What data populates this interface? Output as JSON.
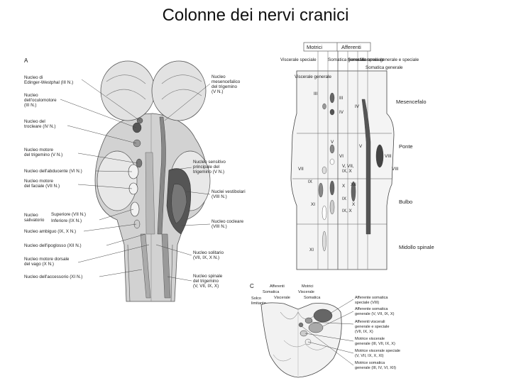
{
  "title": "Colonne dei nervi cranici",
  "panel_a": {
    "letter": "A",
    "left_labels": [
      "Nucleo di",
      "Edinger-Westphal (III N.)",
      "Nucleo",
      "dell'oculomotore",
      "(III N.)",
      "Nucleo del",
      "trocleare (IV N.)",
      "Nucleo motore",
      "del trigemino (V N.)",
      "Nucleo dell'abducente (VI N.)",
      "Nucleo motore",
      "del faciale (VII N.)",
      "Nucleo",
      "salivatorio",
      "Superiore (VII N.)",
      "Inferiore (IX N.)",
      "Nucleo ambiguo (IX, X N.)",
      "Nucleo dell'ipoglosso (XII N.)",
      "Nucleo motore dorsale",
      "del vago (X N.)",
      "Nucleo dell'accessorio (XI N.)"
    ],
    "right_labels": [
      "Nucleo",
      "mesencefalico",
      "del trigemino",
      "(V N.)",
      "Nucleo sensitivo",
      "principale del",
      "trigemino (V N.)",
      "Nuclei vestibolari",
      "(VIII N.)",
      "Nucleo cocleare",
      "(VIII N.)",
      "Nucleo solitario",
      "(VII, IX, X N.)",
      "Nucleo spinale",
      "del trigemino",
      "(V, VII, IX, X)"
    ]
  },
  "panel_b": {
    "top_headers": [
      "Motrici",
      "Afferenti"
    ],
    "col_headers": [
      "Viscerale speciale",
      "Somatica generale",
      "Viscerale generale",
      "Somatica speciale",
      "Viscerale generale e speciale",
      "Somatica generale"
    ],
    "region_labels": [
      "Mesencefalo",
      "Ponte",
      "Bulbo",
      "Midollo spinale"
    ],
    "nerve_labels": [
      "III",
      "III",
      "IV",
      "IV",
      "V",
      "V",
      "VI",
      "VII",
      "V, VII,",
      "IX, X",
      "VIII",
      "VIII",
      "IX",
      "X",
      "IX",
      "XII",
      "XI",
      "IX, X",
      "XI",
      "X"
    ]
  },
  "panel_c": {
    "letter": "C",
    "headers": [
      "Afferenti",
      "Somatica",
      "Motrici",
      "Viscerale",
      "Solco",
      "limitante",
      "Viscerale",
      "Somatica"
    ],
    "right_labels": [
      "Afferente somatica",
      "speciale (VIII)",
      "Afferente somatica",
      "generale (V, VII, IX, X)",
      "Afferenti viscerali",
      "generale e speciale",
      "(VII, IX, X)",
      "Motrice viscerale",
      "generale (III, VII, IX, X)",
      "Motrice viscerale speciale",
      "(V, VII, IX, X, XI)",
      "Motrice somatica",
      "generale (III, IV, VI, XII)"
    ]
  }
}
